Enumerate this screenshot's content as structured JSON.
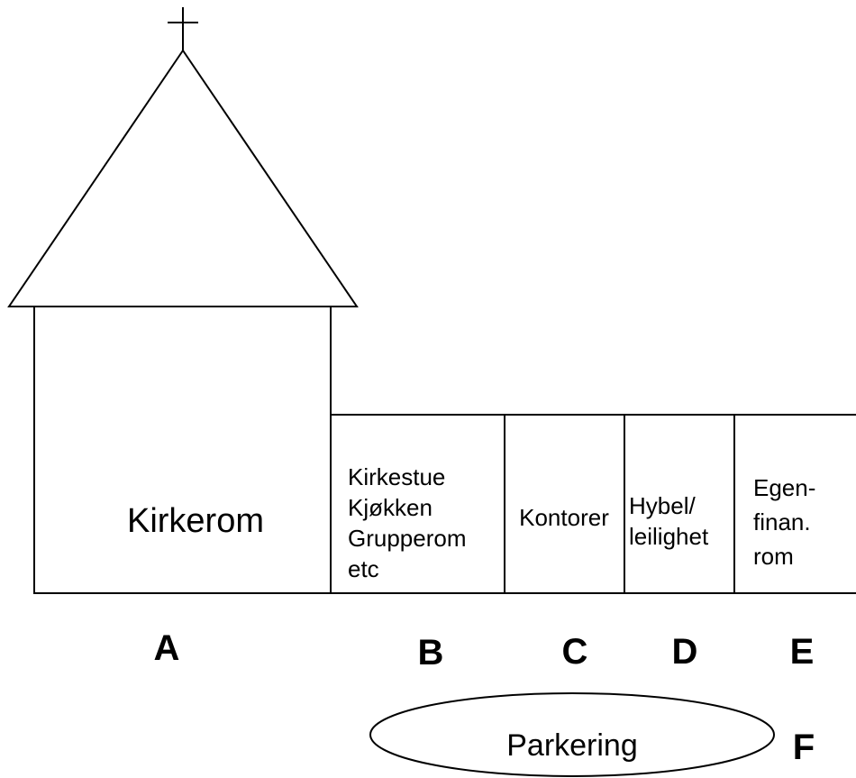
{
  "church": {
    "main_room": "Kirkerom"
  },
  "wing": {
    "b_lines": [
      "Kirkestue",
      "Kjøkken",
      "Grupperom",
      "etc"
    ],
    "c_label": "Kontorer",
    "d_lines": [
      "Hybel/",
      "leilighet"
    ],
    "e_lines": [
      "Egen-",
      "finan.",
      "rom"
    ]
  },
  "parking": {
    "label": "Parkering"
  },
  "letters": {
    "a": "A",
    "b": "B",
    "c": "C",
    "d": "D",
    "e": "E",
    "f": "F"
  }
}
